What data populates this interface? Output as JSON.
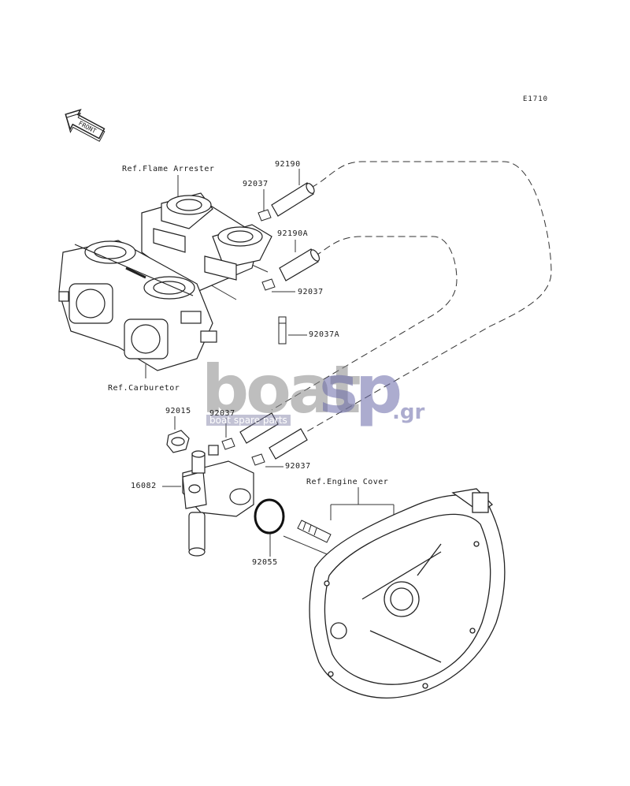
{
  "diagram_code": "E1710",
  "front_label": "FRONT",
  "labels": {
    "ref_flame_arrester": "Ref.Flame Arrester",
    "ref_carburetor": "Ref.Carburetor",
    "ref_engine_cover": "Ref.Engine Cover",
    "p92190": "92190",
    "p92037_top": "92037",
    "p92190a": "92190A",
    "p92037_mid": "92037",
    "p92037a": "92037A",
    "p92015": "92015",
    "p92037_low": "92037",
    "p92037_bottom": "92037",
    "p16082": "16082",
    "p92055": "92055"
  },
  "watermark": {
    "boat": "boat",
    "sp": "sp",
    "gr": ".gr",
    "subtitle": "boat spare parts",
    "color_gray": "#8a8a8a",
    "color_blue": "#6a6aa8"
  }
}
